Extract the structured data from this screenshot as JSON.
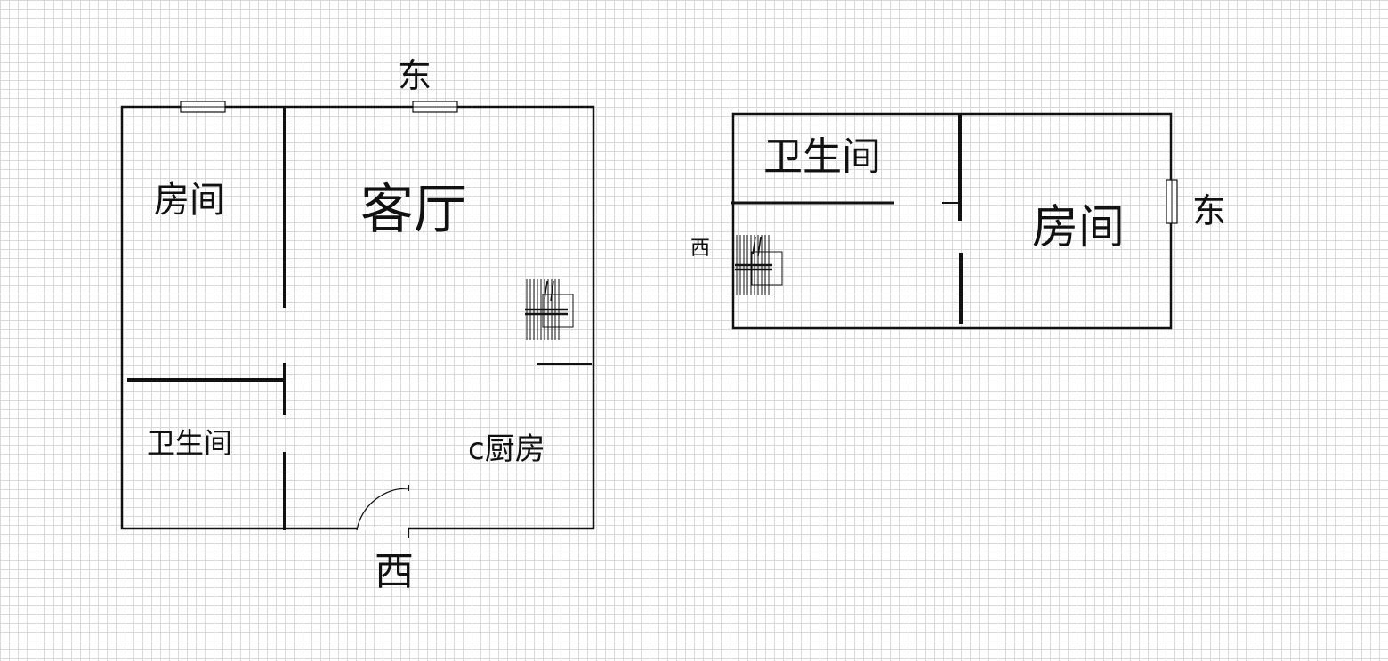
{
  "floor1": {
    "direction_top": "东",
    "direction_bottom": "西",
    "rooms": {
      "bedroom": "房间",
      "living_room": "客厅",
      "bathroom": "卫生间",
      "kitchen": "c厨房"
    }
  },
  "floor2": {
    "direction_left": "西",
    "direction_right": "东",
    "rooms": {
      "bathroom": "卫生间",
      "bedroom": "房间"
    }
  },
  "colors": {
    "wall": "#111111",
    "grid": "#d9d9d9",
    "background": "#ffffff"
  }
}
